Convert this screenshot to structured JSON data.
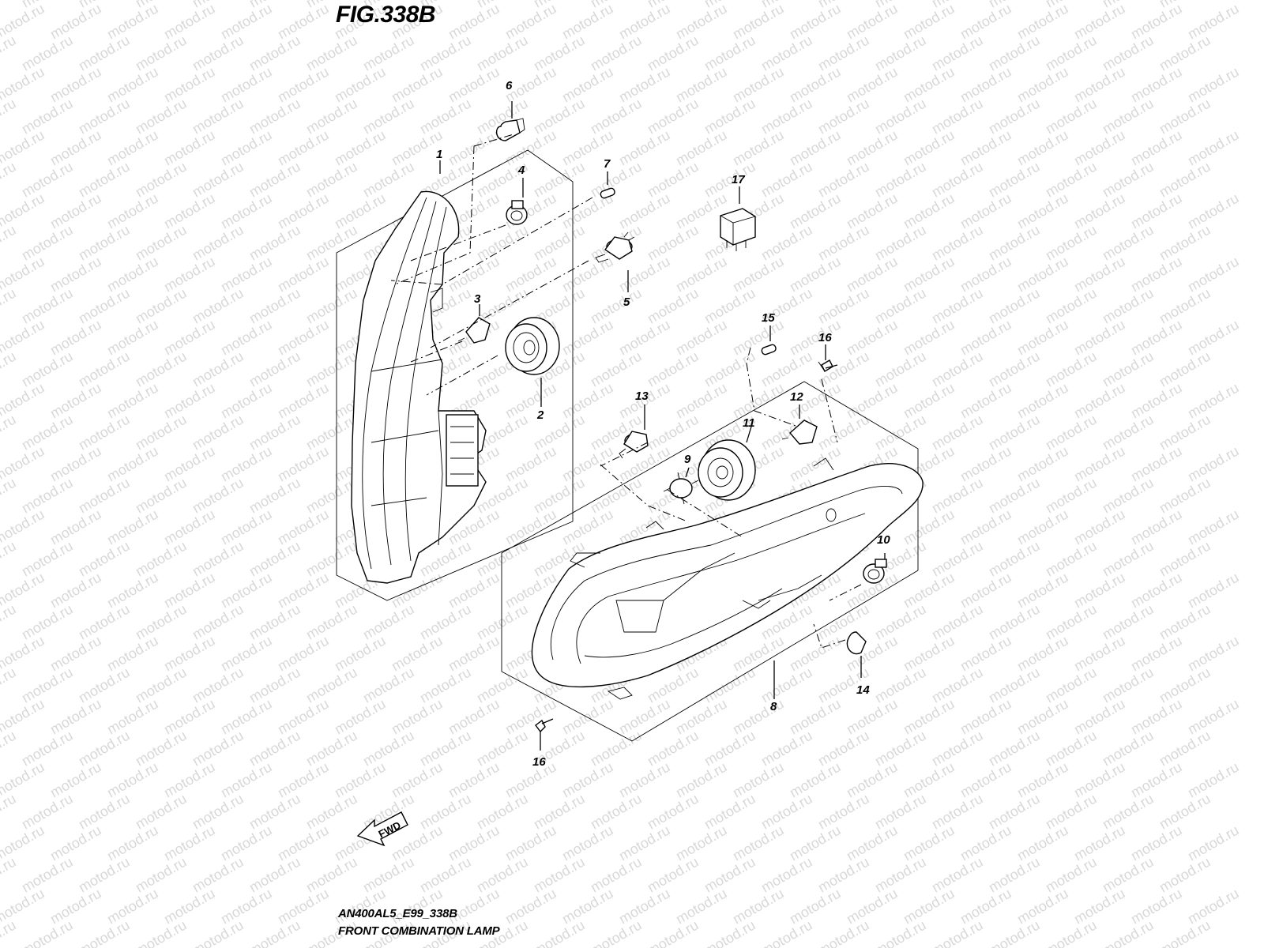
{
  "figure": {
    "title": "FIG.338B",
    "code": "AN400AL5_E99_338B",
    "name": "FRONT COMBINATION LAMP"
  },
  "watermark": "motod.ru",
  "direction_badge": "FWD",
  "callouts": [
    "1",
    "2",
    "3",
    "4",
    "5",
    "6",
    "7",
    "8",
    "9",
    "10",
    "11",
    "12",
    "13",
    "14",
    "15",
    "16",
    "16",
    "17"
  ]
}
